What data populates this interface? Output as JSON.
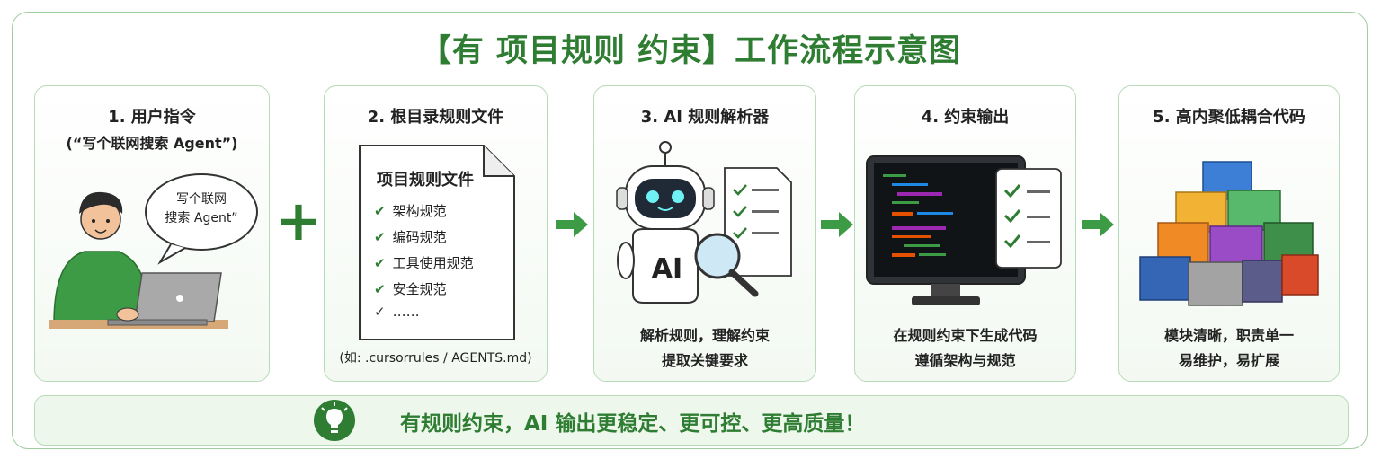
{
  "title": "【有 项目规则 约束】工作流程示意图",
  "steps": [
    {
      "title": "1. 用户指令",
      "subtitle": "(“写个联网搜索 Agent”)",
      "bubble_line1": "写个联网",
      "bubble_line2": "搜索 Agent”"
    },
    {
      "title": "2. 根目录规则文件",
      "doc_title": "项目规则文件",
      "items": [
        "架构规范",
        "编码规范",
        "工具使用规范",
        "安全规范",
        "……"
      ],
      "note": "(如: .cursorrules / AGENTS.md)"
    },
    {
      "title": "3. AI 规则解析器",
      "robot_label": "AI",
      "line1": "解析规则，理解约束",
      "line2": "提取关键要求"
    },
    {
      "title": "4. 约束输出",
      "line1": "在规则约束下生成代码",
      "line2": "遵循架构与规范"
    },
    {
      "title": "5. 高内聚低耦合代码",
      "line1": "模块清晰，职责单一",
      "line2": "易维护，易扩展"
    }
  ],
  "connectors": {
    "plus": "+",
    "arrow_icon": "arrow-right"
  },
  "footer": {
    "text": "有规则约束，AI 输出更稳定、更可控、更高质量！",
    "icon": "lightbulb-icon"
  },
  "colors": {
    "accent": "#2e7d32",
    "panel_border": "#b7dab7",
    "footer_bg": "#eef7ec"
  }
}
